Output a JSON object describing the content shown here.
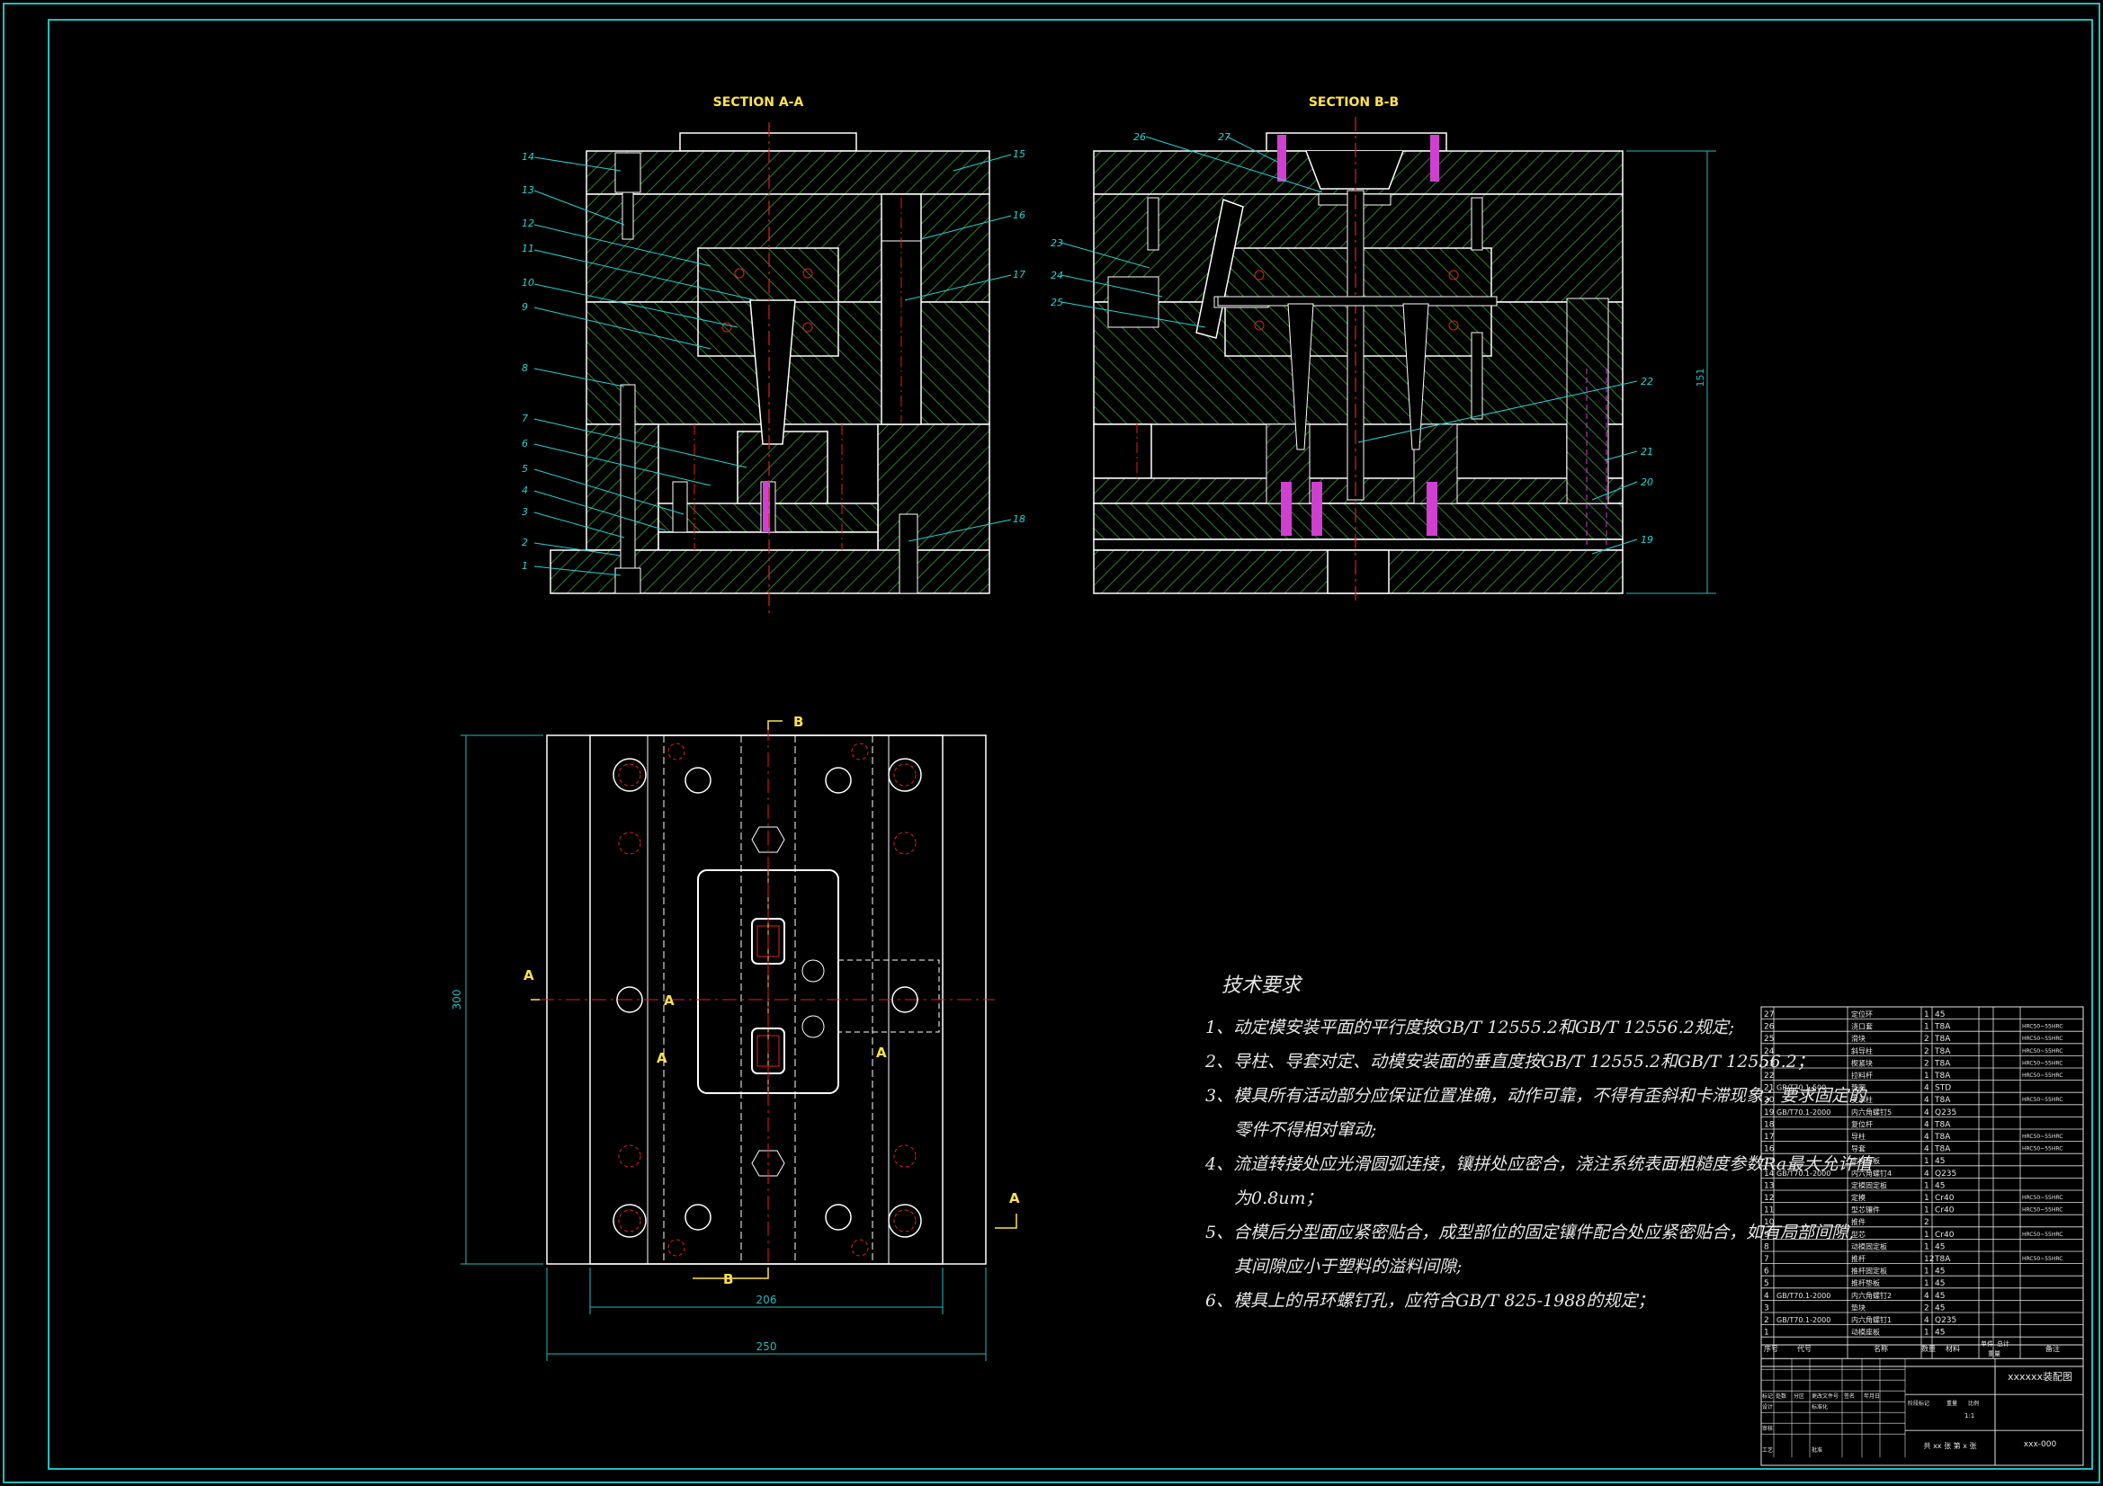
{
  "drawing": {
    "section_aa_title": "SECTION A-A",
    "section_bb_title": "SECTION B-B",
    "balloons_aa": [
      "14",
      "13",
      "12",
      "11",
      "10",
      "9",
      "8",
      "7",
      "6",
      "5",
      "4",
      "3",
      "2",
      "1",
      "15",
      "16",
      "17",
      "18"
    ],
    "balloons_bb": [
      "26",
      "27",
      "23",
      "24",
      "25",
      "22",
      "21",
      "20",
      "19"
    ],
    "dim_height_bb": "151",
    "plan_dims": {
      "height": "300",
      "inner_width": "206",
      "outer_width": "250"
    },
    "section_marks": {
      "a": "A",
      "b": "B"
    }
  },
  "notes": {
    "title": "技术要求",
    "lines": [
      "1、动定模安装平面的平行度按GB/T 12555.2和GB/T 12556.2规定;",
      "2、导柱、导套对定、动模安装面的垂直度按GB/T 12555.2和GB/T 12556.2；",
      "3、模具所有活动部分应保证位置准确，动作可靠，不得有歪斜和卡滞现象；要求固定的",
      "零件不得相对窜动;",
      "4、流道转接处应光滑圆弧连接，镶拼处应密合，浇注系统表面粗糙度参数Ra最大允许值",
      "为0.8um；",
      "5、合模后分型面应紧密贴合，成型部位的固定镶件配合处应紧密贴合，如有局部间隙,",
      "其间隙应小于塑料的溢料间隙;",
      "6、模具上的吊环螺钉孔，应符合GB/T 825-1988的规定；"
    ]
  },
  "bom": {
    "rows": [
      {
        "no": "27",
        "std": "",
        "name": "定位环",
        "qty": "1",
        "mat": "45",
        "note": ""
      },
      {
        "no": "26",
        "std": "",
        "name": "浇口套",
        "qty": "1",
        "mat": "T8A",
        "note": "HRC50~55HRC"
      },
      {
        "no": "25",
        "std": "",
        "name": "滑块",
        "qty": "2",
        "mat": "T8A",
        "note": "HRC50~55HRC"
      },
      {
        "no": "24",
        "std": "",
        "name": "斜导柱",
        "qty": "2",
        "mat": "T8A",
        "note": "HRC50~55HRC"
      },
      {
        "no": "23",
        "std": "",
        "name": "楔紧块",
        "qty": "2",
        "mat": "T8A",
        "note": "HRC50~55HRC"
      },
      {
        "no": "22",
        "std": "",
        "name": "拉料杆",
        "qty": "1",
        "mat": "T8A",
        "note": "HRC50~55HRC"
      },
      {
        "no": "21",
        "std": "GB/T70.1-500",
        "name": "垫圈",
        "qty": "4",
        "mat": "STD",
        "note": ""
      },
      {
        "no": "20",
        "std": "",
        "name": "支承柱",
        "qty": "4",
        "mat": "T8A",
        "note": "HRC50~55HRC"
      },
      {
        "no": "19",
        "std": "GB/T70.1-2000",
        "name": "内六角螺钉5",
        "qty": "4",
        "mat": "Q235",
        "note": ""
      },
      {
        "no": "18",
        "std": "",
        "name": "复位杆",
        "qty": "4",
        "mat": "T8A",
        "note": ""
      },
      {
        "no": "17",
        "std": "",
        "name": "导柱",
        "qty": "4",
        "mat": "T8A",
        "note": "HRC50~55HRC"
      },
      {
        "no": "16",
        "std": "",
        "name": "导套",
        "qty": "4",
        "mat": "T8A",
        "note": "HRC50~55HRC"
      },
      {
        "no": "15",
        "std": "",
        "name": "定模座板",
        "qty": "1",
        "mat": "45",
        "note": ""
      },
      {
        "no": "14",
        "std": "GB/T70.1-2000",
        "name": "内六角螺钉4",
        "qty": "4",
        "mat": "Q235",
        "note": ""
      },
      {
        "no": "13",
        "std": "",
        "name": "定模固定板",
        "qty": "1",
        "mat": "45",
        "note": ""
      },
      {
        "no": "12",
        "std": "",
        "name": "定模",
        "qty": "1",
        "mat": "Cr40",
        "note": "HRC50~55HRC"
      },
      {
        "no": "11",
        "std": "",
        "name": "型芯镶件",
        "qty": "1",
        "mat": "Cr40",
        "note": "HRC50~55HRC"
      },
      {
        "no": "10",
        "std": "",
        "name": "推件",
        "qty": "2",
        "mat": "",
        "note": ""
      },
      {
        "no": "9",
        "std": "",
        "name": "型芯",
        "qty": "1",
        "mat": "Cr40",
        "note": "HRC50~55HRC"
      },
      {
        "no": "8",
        "std": "",
        "name": "动模固定板",
        "qty": "1",
        "mat": "45",
        "note": ""
      },
      {
        "no": "7",
        "std": "",
        "name": "推杆",
        "qty": "12",
        "mat": "T8A",
        "note": "HRC50~55HRC"
      },
      {
        "no": "6",
        "std": "",
        "name": "推杆固定板",
        "qty": "1",
        "mat": "45",
        "note": ""
      },
      {
        "no": "5",
        "std": "",
        "name": "推杆垫板",
        "qty": "1",
        "mat": "45",
        "note": ""
      },
      {
        "no": "4",
        "std": "GB/T70.1-2000",
        "name": "内六角螺钉2",
        "qty": "4",
        "mat": "45",
        "note": ""
      },
      {
        "no": "3",
        "std": "",
        "name": "垫块",
        "qty": "2",
        "mat": "45",
        "note": ""
      },
      {
        "no": "2",
        "std": "GB/T70.1-2000",
        "name": "内六角螺钉1",
        "qty": "4",
        "mat": "Q235",
        "note": ""
      },
      {
        "no": "1",
        "std": "",
        "name": "动模座板",
        "qty": "1",
        "mat": "45",
        "note": ""
      }
    ],
    "header": {
      "no": "序号",
      "std": "代号",
      "name": "名称",
      "qty": "数量",
      "mat": "材料",
      "unit_wt": "单件",
      "total_wt": "总计",
      "weight": "重量",
      "note": "备注"
    }
  },
  "title_block": {
    "drawing_name": "xxxxxx装配图",
    "drawing_no": "xxx-000",
    "sheets": "共 xx 张  第 x 张",
    "scale": "1:1",
    "labels": {
      "mark": "标记",
      "count": "处数",
      "zone": "分区",
      "change_doc": "更改文件号",
      "sign": "签名",
      "date": "年月日",
      "design": "设计",
      "standardize": "标准化",
      "stage_mark": "阶段标记",
      "weight": "重量",
      "scale_lbl": "比例",
      "check": "审核",
      "process": "工艺",
      "approve": "批准"
    }
  },
  "colors": {
    "background": "#000000",
    "border": "#1fbfbf",
    "hatch": "#2f7d2f",
    "outline": "#ffffff",
    "center_line": "#e02020",
    "title_yellow": "#ffe24a",
    "leader": "#22d3d3",
    "pin": "#d040d0",
    "dim": "#22bcbc"
  }
}
